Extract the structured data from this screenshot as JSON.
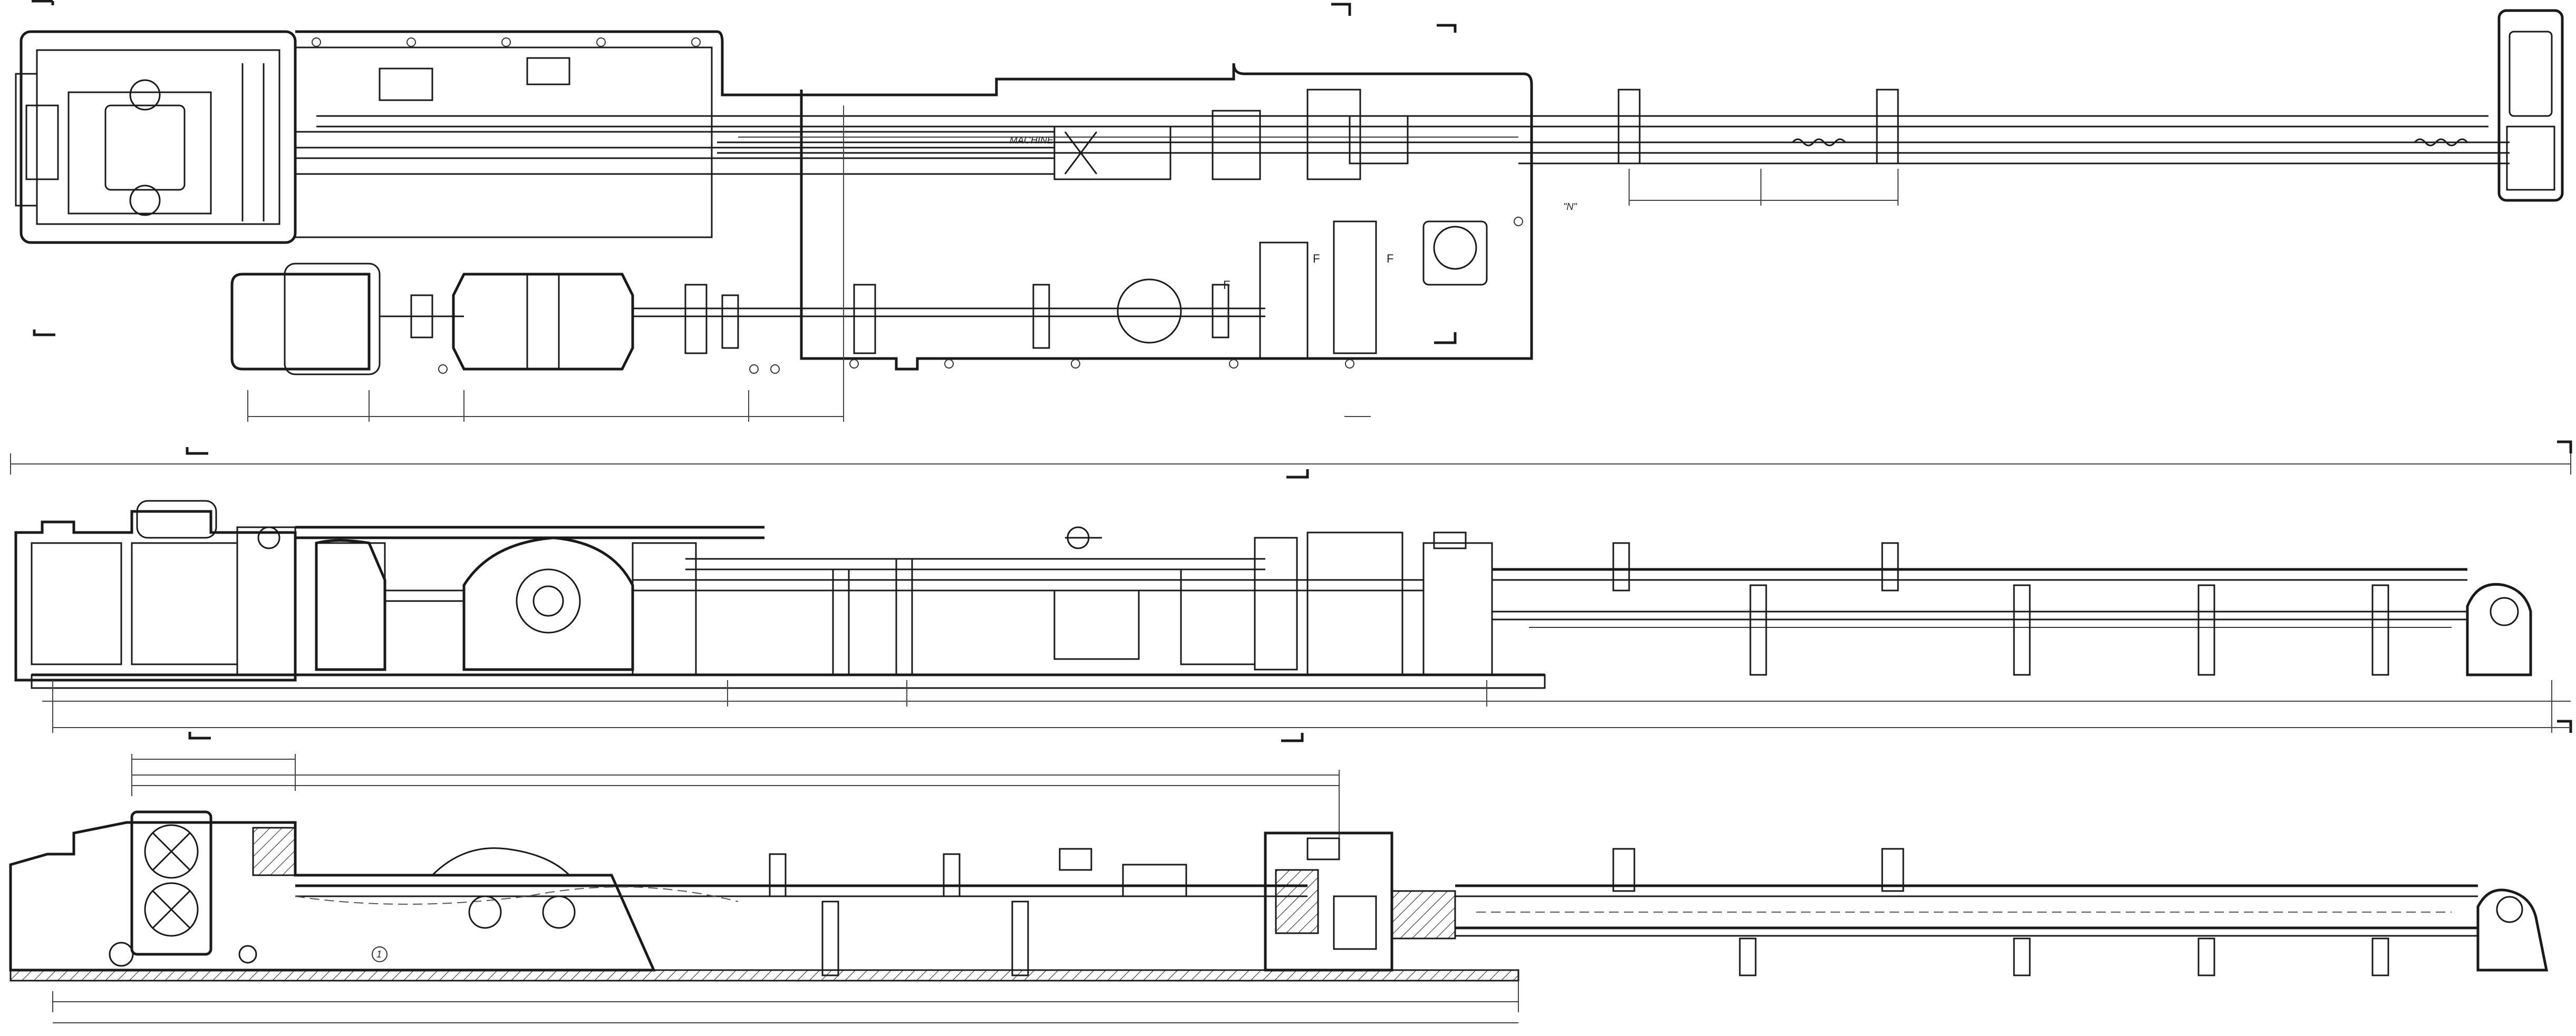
{
  "drawing": {
    "views": [
      {
        "id": "plan",
        "name": "plan-view"
      },
      {
        "id": "elevation",
        "name": "side-elevation-view"
      },
      {
        "id": "section",
        "name": "longitudinal-section-view"
      }
    ],
    "notes": {
      "plan_note_1": "MACHINE",
      "plan_note_2": "\"N\"",
      "section_circle_label": "1"
    },
    "callouts": {
      "plan_f1": "F",
      "plan_f2": "F",
      "plan_f3": "F"
    },
    "colors": {
      "paper": "#ffffff",
      "ink": "#1a1a1a"
    }
  }
}
